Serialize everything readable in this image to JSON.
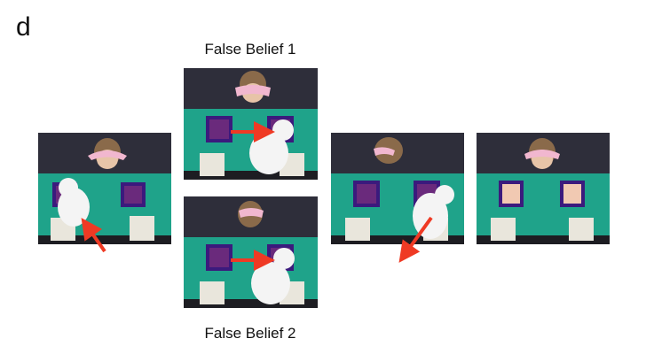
{
  "figure": {
    "panel_label": "d",
    "labels": {
      "false_belief_1": "False Belief 1",
      "false_belief_2": "False Belief 2"
    }
  },
  "colors": {
    "wall": "#1fa38a",
    "back_wall": "#2e2e3a",
    "window_dark": "#6a2a7c",
    "window_lit": "#f1c9b2",
    "window_frame": "#3b1a7d",
    "box": "#e9e6dc",
    "box_shadow": "#c9c4b6",
    "table": "#1d1d22",
    "visor": "#f1b7cf",
    "hair": "#8a6a4a",
    "skin": "#e7c4a8",
    "bear": "#f4f4f4",
    "arrow": "#ef3a24"
  },
  "frames": [
    {
      "id": "start",
      "person": "facing-visor",
      "windows": "dark",
      "bear": "at-left-box"
    },
    {
      "id": "false-belief-1",
      "person": "facing-visor-down",
      "windows": "dark",
      "bear": "at-right-window-moving-right"
    },
    {
      "id": "false-belief-2",
      "person": "facing-away",
      "windows": "dark",
      "bear": "at-right-window-moving-right"
    },
    {
      "id": "exit",
      "person": "facing-away-side",
      "windows": "dark",
      "bear": "leaving"
    },
    {
      "id": "end",
      "person": "facing-visor",
      "windows": "lit",
      "bear": "none"
    }
  ]
}
